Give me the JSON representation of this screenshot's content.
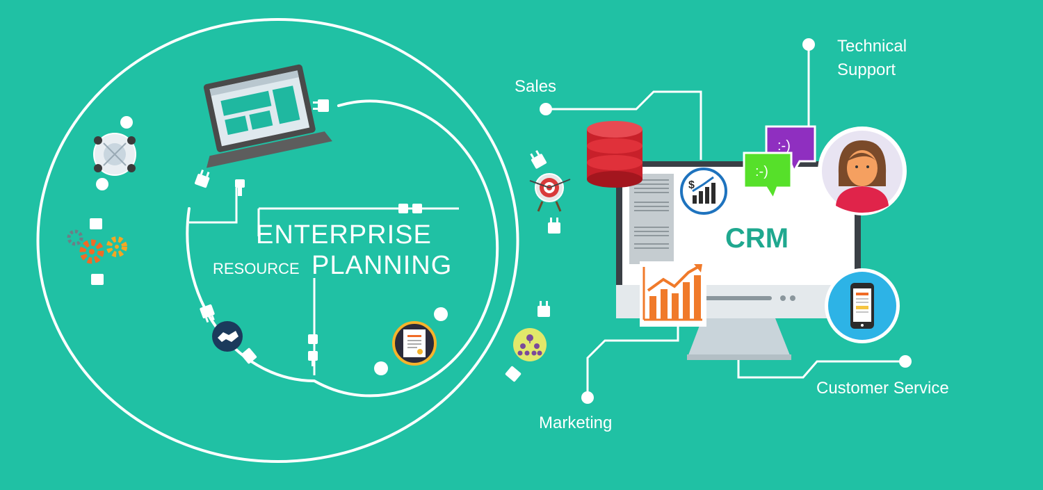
{
  "erp": {
    "line1": "ENTERPRISE",
    "line2a": "RESOURCE",
    "line2b": "PLANNING"
  },
  "crm": {
    "screen_label": "CRM",
    "faces": [
      ":-)",
      ":-)"
    ],
    "dollar": "$"
  },
  "labels": {
    "sales": "Sales",
    "tech_line1": "Technical",
    "tech_line2": "Support",
    "customer_service": "Customer Service",
    "marketing": "Marketing"
  },
  "colors": {
    "background": "#20c1a4",
    "crm_text": "#1fa88f",
    "database": "#c8202a",
    "chat_purple": "#8f2fc0",
    "chat_green": "#56e02a",
    "chart_orange": "#f07a2a"
  }
}
